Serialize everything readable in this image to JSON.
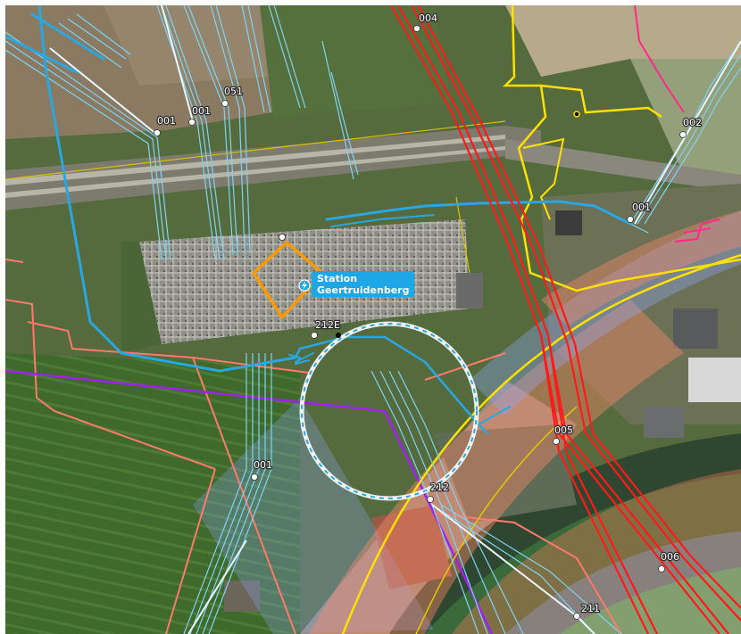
{
  "map": {
    "station": {
      "name_line1": "Station",
      "name_line2": "Geertruidenberg",
      "icon": "lightning-icon",
      "color": "#1ea7e6"
    },
    "line_labels": {
      "l004": "004",
      "l001_nw_a": "001",
      "l001_nw_b": "001",
      "l051": "051",
      "l002": "002",
      "l001_ne": "001",
      "l212e": "212E",
      "l005": "005",
      "l001_sw": "001",
      "l212": "212",
      "l006": "006",
      "l211": "211"
    },
    "colors": {
      "cable_blue": "#2aa7e0",
      "cable_light": "#7fd3f2",
      "high_voltage": "#ff1a1a",
      "gas_yellow": "#ffe000",
      "salmon": "#ff7a6a",
      "purple": "#a020f0",
      "magenta": "#ff2a8a",
      "station_outline": "#ff9900",
      "buffer_blue": "#8fa8ff",
      "buffer_red": "#ff8a6a"
    }
  }
}
